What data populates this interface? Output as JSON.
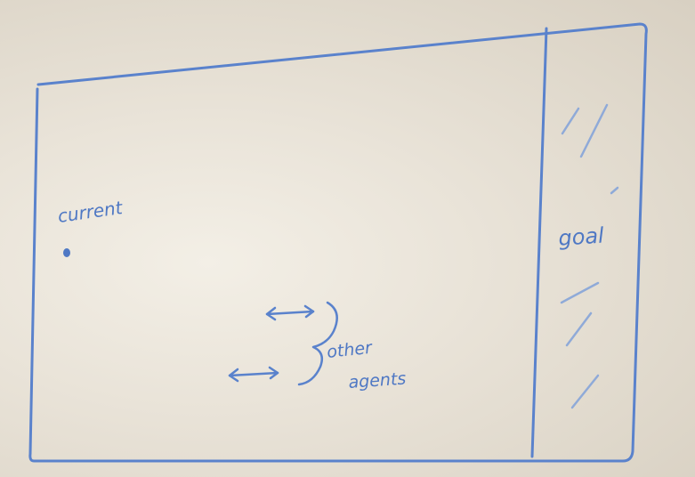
{
  "diagram": {
    "ink_color": "#4f78c4",
    "labels": {
      "current": "current",
      "goal": "goal",
      "other_line1": "other",
      "other_line2": "agents"
    }
  }
}
